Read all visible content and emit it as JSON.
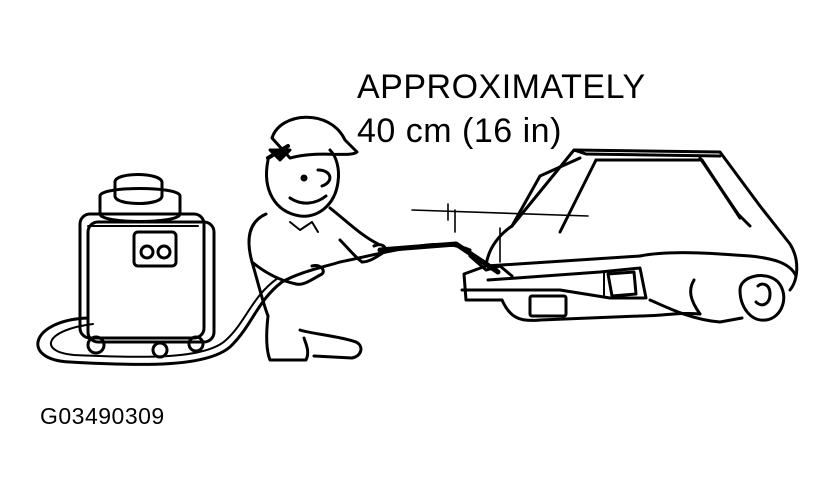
{
  "callout": {
    "line1": "APPROXIMATELY",
    "line2": "40 cm (16 in)"
  },
  "figure_id": "G03490309",
  "colors": {
    "ink": "#000000",
    "paper": "#ffffff"
  }
}
